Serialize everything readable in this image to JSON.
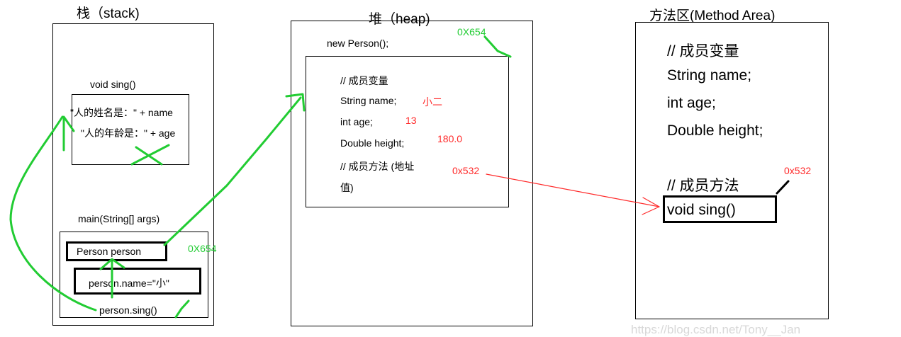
{
  "stack": {
    "title": "栈（stack)",
    "sing_frame": {
      "label": "void sing()",
      "line1": "\"人的姓名是：\" + name",
      "line2": "\"人的年龄是：\" + age"
    },
    "main_frame": {
      "label": "main(String[] args)",
      "person_var": "Person person",
      "address": "0X654",
      "assign": "person.name=\"小\"",
      "call": "person.sing()"
    }
  },
  "heap": {
    "title": "堆（heap)",
    "new_expr": "new Person();",
    "address": "0X654",
    "object": {
      "member_vars_comment": "// 成员变量",
      "name_field": "String name;",
      "name_value": "小二",
      "age_field": "int age;",
      "age_value": "13",
      "height_field": "Double height;",
      "height_value": "180.0",
      "methods_comment_1": "// 成员方法 (地址",
      "methods_comment_2": "值)",
      "method_address": "0x532"
    }
  },
  "method_area": {
    "title": "方法区(Method Area)",
    "member_vars_comment": "// 成员变量",
    "name_field": "String name;",
    "age_field": "int age;",
    "height_field": "Double height;",
    "methods_comment": "// 成员方法",
    "method": "void sing()",
    "address": "0x532"
  },
  "watermark": "https://blog.csdn.net/Tony__Jan",
  "colors": {
    "arrow_green": "#22cc33",
    "address_red": "#ff2a2a",
    "outline": "#000000"
  }
}
